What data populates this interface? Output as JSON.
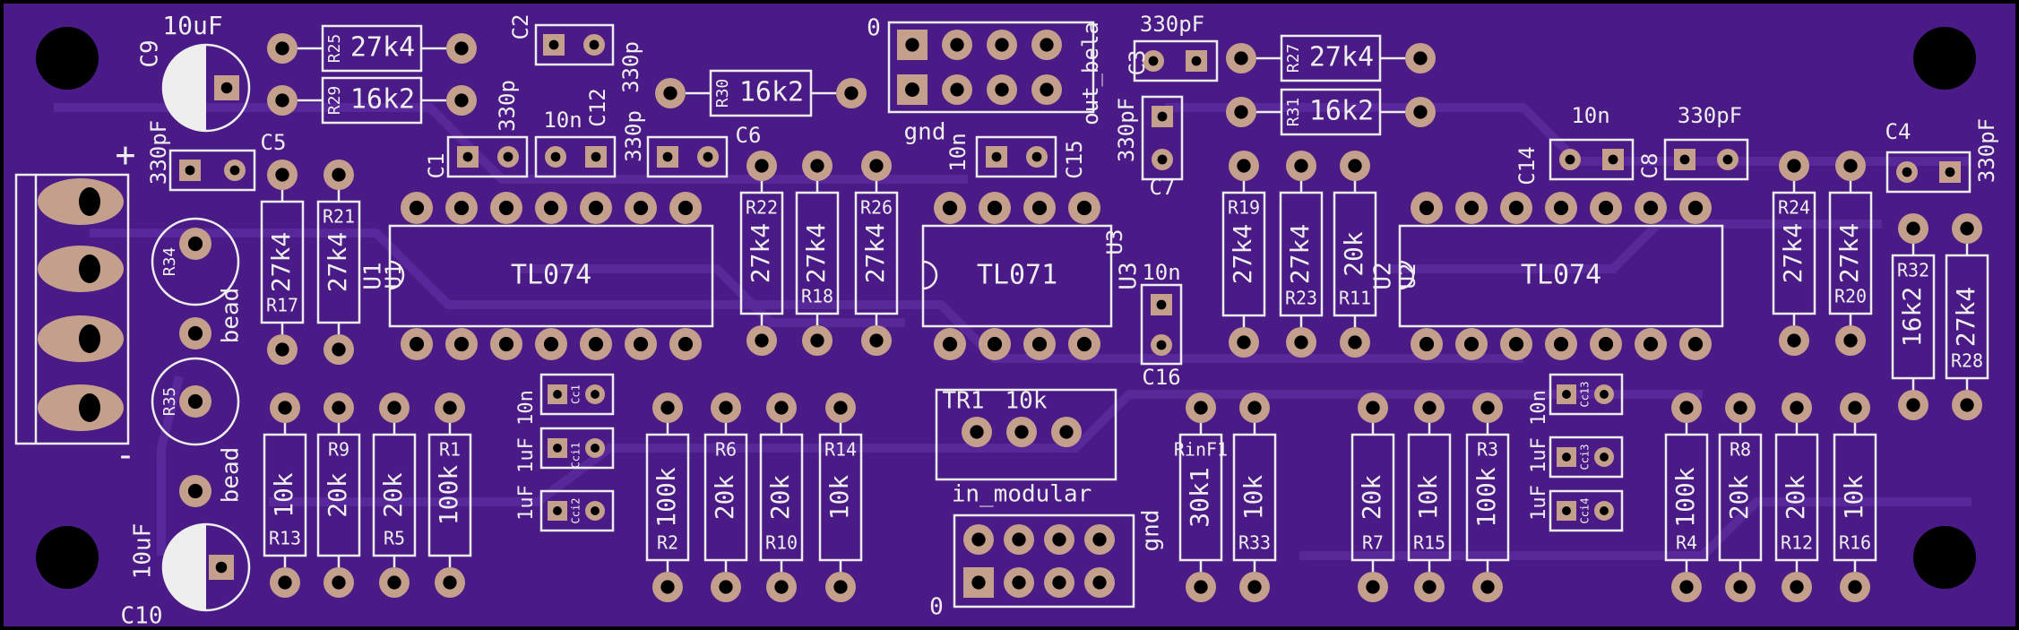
{
  "colors": {
    "board": "#4a1a86",
    "silk": "#eeeeee",
    "pad": "#c4a08c",
    "hole": "#000000",
    "trace": "#5a2a9c"
  },
  "labels": {
    "c9": "C9",
    "c9v": "10uF",
    "r25": "R25",
    "r25v": "27k4",
    "r29": "R29",
    "r29v": "16k2",
    "c2": "C2",
    "c2v": "330p",
    "c12": "C12",
    "c12v": "10n",
    "c1": "C1",
    "c1v": "330p",
    "c5": "C5",
    "c5v": "330pF",
    "c6": "C6",
    "c6v": "330p",
    "r30": "R30",
    "r30v": "16k2",
    "plus": "+",
    "minus": "-",
    "zero_top": "0",
    "out_bela": "out_bela",
    "gnd_top": "gnd",
    "r34": "R34",
    "bead1": "bead",
    "r35": "R35",
    "bead2": "bead",
    "r17": "R17",
    "r17v": "27k4",
    "r21": "R21",
    "r21v": "27k4",
    "u1": "U1",
    "tl074a": "TL074",
    "r22": "R22",
    "r22v": "27k4",
    "r18": "R18",
    "r18v": "27k4",
    "r26": "R26",
    "r26v": "27k4",
    "c15": "C15",
    "c15v": "10n",
    "u3": "U3",
    "tl071": "TL071",
    "c16": "C16",
    "c16v": "10n",
    "c3": "C3",
    "c3v": "330pF",
    "r27": "R27",
    "r27v": "27k4",
    "r31": "R31",
    "r31v": "16k2",
    "c7": "C7",
    "c7v": "330pF",
    "r19": "R19",
    "r19v": "27k4",
    "r23": "R23",
    "r23v": "27k4",
    "r11": "R11",
    "r11v": "20k",
    "c14": "C14",
    "c14v": "10n",
    "c8": "C8",
    "c8v": "330pF",
    "u2": "U2",
    "tl074b": "TL074",
    "r24": "R24",
    "r24v": "27k4",
    "r20": "R20",
    "r20v": "27k4",
    "c4": "C4",
    "c4v": "330pF",
    "r32": "R32",
    "r32v": "16k2",
    "r28": "R28",
    "r28v": "27k4",
    "r13": "R13",
    "r13v": "10k",
    "r9": "R9",
    "r9v": "20k",
    "r5": "R5",
    "r5v": "20k",
    "r1": "R1",
    "r1v": "100k",
    "cc_1": "1uF 1uF 10n",
    "cc_a": "Cc1",
    "cc_b": "Cci1",
    "cc_c": "Cci2",
    "r2": "R2",
    "r2v": "100k",
    "r6": "R6",
    "r6v": "20k",
    "r10": "R10",
    "r10v": "20k",
    "r14": "R14",
    "r14v": "10k",
    "tr1": "TR1",
    "tr1v": "10k",
    "in_modular": "in_modular",
    "gnd_bot": "gnd",
    "zero_bot": "0",
    "rinf1": "RinF1",
    "rinf1v": "30k1",
    "r33": "R33",
    "r33v": "10k",
    "r7": "R7",
    "r7v": "20k",
    "r15": "R15",
    "r15v": "10k",
    "r3": "R3",
    "r3v": "100k",
    "cc_2": "1uF 1uF 10n",
    "cc_d": "Cc13",
    "cc_e": "Cci3",
    "cc_f": "Cci4",
    "r4": "R4",
    "r4v": "100k",
    "r8": "R8",
    "r8v": "20k",
    "r12": "R12",
    "r12v": "20k",
    "r16": "R16",
    "r16v": "10k",
    "c10": "C10",
    "c10v": "10uF"
  }
}
